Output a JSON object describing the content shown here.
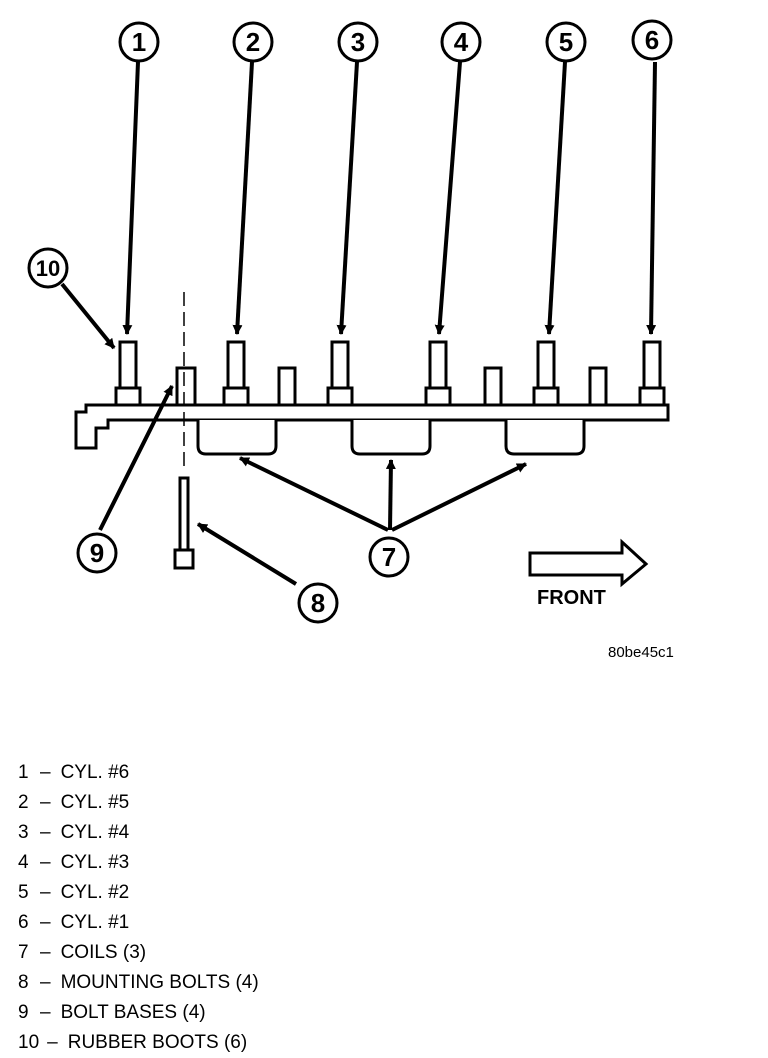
{
  "figure_id": "80be45c1",
  "front_label": "FRONT",
  "callouts": [
    "1",
    "2",
    "3",
    "4",
    "5",
    "6",
    "7",
    "8",
    "9",
    "10"
  ],
  "legend": [
    {
      "num": "1",
      "text": "CYL. #6"
    },
    {
      "num": "2",
      "text": "CYL. #5"
    },
    {
      "num": "3",
      "text": "CYL. #4"
    },
    {
      "num": "4",
      "text": "CYL. #3"
    },
    {
      "num": "5",
      "text": "CYL. #2"
    },
    {
      "num": "6",
      "text": "CYL. #1"
    },
    {
      "num": "7",
      "text": "COILS (3)"
    },
    {
      "num": "8",
      "text": "MOUNTING BOLTS (4)"
    },
    {
      "num": "9",
      "text": "BOLT BASES (4)"
    },
    {
      "num": "10",
      "text": "RUBBER BOOTS (6)"
    }
  ]
}
